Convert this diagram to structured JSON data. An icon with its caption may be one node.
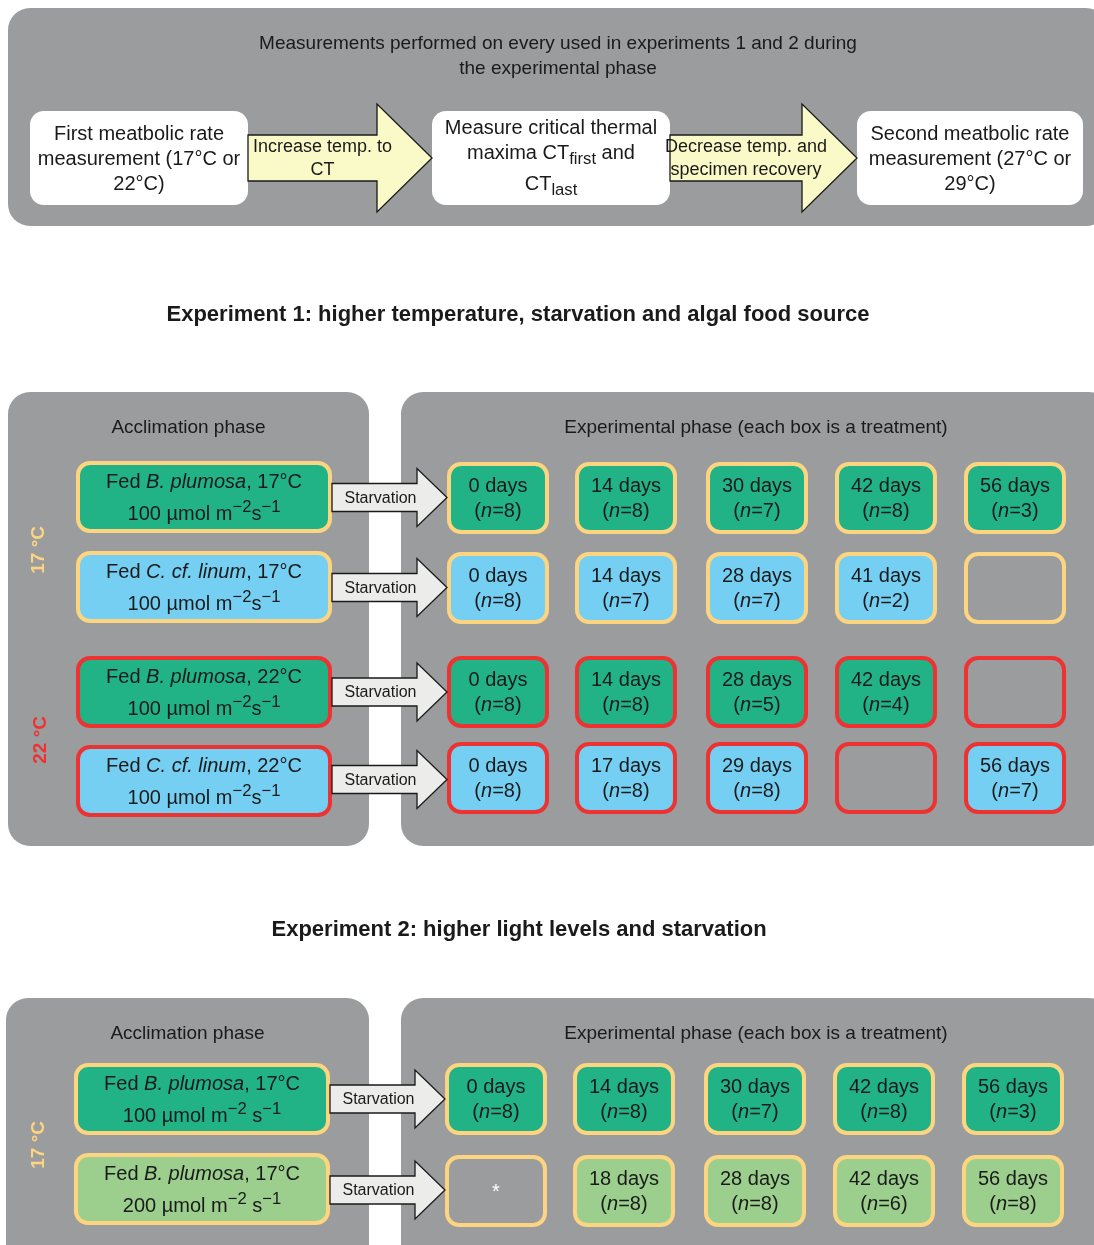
{
  "diagram": {
    "nodes": [
      {
        "text": [
          "Measurements performed on every used in experiments 1 and 2 during the experimental phase"
        ]
      },
      {
        "text": [
          "First meatbolic rate measurement (17°C or 22°C)"
        ],
        "in": 0
      },
      {
        "text": [
          "Measure critical thermal maxima CT$_{first}$ and CT$_{last}$"
        ],
        "in": 0
      },
      {
        "text": [
          "Second meatbolic rate measurement (27°C or 29°C)"
        ],
        "in": 0
      },
      {
        "text": [
          "Acclimation phase"
        ]
      },
      {
        "text": [
          "Experimental phase (each box is a treatment)"
        ]
      },
      {
        "text": [
          "Fed *B. plumosa*, 17°C",
          "100 µmol m$^{−2}$s$^{−1}$"
        ],
        "in": 4
      },
      {
        "text": [
          "Fed *C. cf. linum*, 17°C",
          "100 µmol m$^{−2}$s$^{−1}$"
        ],
        "in": 4
      },
      {
        "text": [
          "Fed *B. plumosa*, 22°C",
          "100 µmol m$^{−2}$s$^{−1}$"
        ],
        "in": 4
      },
      {
        "text": [
          "Fed *C. cf. linum*, 22°C",
          "100 µmol m$^{−2}$s$^{−1}$"
        ],
        "in": 4
      },
      {
        "text": [
          "0 days (*n*=8)"
        ],
        "in": 5
      },
      {
        "text": [
          "14 days (*n*=8)"
        ],
        "in": 5
      },
      {
        "text": [
          "30 days (*n*=7)"
        ],
        "in": 5
      },
      {
        "text": [
          "42 days (*n*=8)"
        ],
        "in": 5
      },
      {
        "text": [
          "56 days (*n*=3)"
        ],
        "in": 5
      },
      {
        "text": [
          "0 days (*n*=8)"
        ],
        "in": 5
      },
      {
        "text": [
          "14 days (*n*=7)"
        ],
        "in": 5
      },
      {
        "text": [
          "28 days (*n*=7)"
        ],
        "in": 5
      },
      {
        "text": [
          "41 days (*n*=2)"
        ],
        "in": 5
      },
      {
        "text": [],
        "shape": "box",
        "in": 5
      },
      {
        "text": [
          "0 days (*n*=8)"
        ],
        "in": 5
      },
      {
        "text": [
          "14 days (*n*=8)"
        ],
        "in": 5
      },
      {
        "text": [
          "28 days (*n*=5)"
        ],
        "in": 5
      },
      {
        "text": [
          "42 days (*n*=4)"
        ],
        "in": 5
      },
      {
        "text": [],
        "shape": "box",
        "in": 5
      },
      {
        "text": [
          "0 days (*n*=8)"
        ],
        "in": 5
      },
      {
        "text": [
          "17 days (*n*=8)"
        ],
        "in": 5
      },
      {
        "text": [
          "29 days (*n*=8)"
        ],
        "in": 5
      },
      {
        "text": [],
        "shape": "box",
        "in": 5
      },
      {
        "text": [
          "56 days (*n*=7)"
        ],
        "in": 5
      },
      {
        "text": [
          "Acclimation phase"
        ]
      },
      {
        "text": [
          "Experimental phase (each box is a treatment)"
        ]
      },
      {
        "text": [
          "Fed *B. plumosa*, 17°C",
          "100 µmol m$^{−2}$ s$^{−1}$"
        ],
        "in": 30
      },
      {
        "text": [
          "Fed *B. plumosa*, 17°C",
          "200 µmol m$^{−2}$ s$^{−1}$"
        ],
        "in": 30
      },
      {
        "text": [
          "0 days (*n*=8)"
        ],
        "in": 31
      },
      {
        "text": [
          "14 days (*n*=8)"
        ],
        "in": 31
      },
      {
        "text": [
          "30 days (*n*=7)"
        ],
        "in": 31
      },
      {
        "text": [
          "42 days (*n*=8)"
        ],
        "in": 31
      },
      {
        "text": [
          "56 days (*n*=3)"
        ],
        "in": 31
      },
      {
        "text": [
          "*"
        ],
        "in": 31
      },
      {
        "text": [
          "18 days (*n*=8)"
        ],
        "in": 31
      },
      {
        "text": [
          "28 days (*n*=8)"
        ],
        "in": 31
      },
      {
        "text": [
          "42 days (*n*=6)"
        ],
        "in": 31
      },
      {
        "text": [
          "56 days (*n*=8)"
        ],
        "in": 31
      }
    ],
    "edges": [
      {
        "from": 1,
        "to": 2,
        "arrow": "to",
        "label": "Increase temp. to CT"
      },
      {
        "from": 2,
        "to": 3,
        "arrow": "to",
        "label": "Decrease temp. and specimen recovery"
      },
      {
        "from": 6,
        "to": 10,
        "arrow": "to",
        "label": "Starvation"
      },
      {
        "from": 7,
        "to": 15,
        "arrow": "to",
        "label": "Starvation"
      },
      {
        "from": 8,
        "to": 20,
        "arrow": "to",
        "label": "Starvation"
      },
      {
        "from": 9,
        "to": 25,
        "arrow": "to",
        "label": "Starvation"
      },
      {
        "from": 32,
        "to": 34,
        "arrow": "to",
        "label": "Starvation"
      },
      {
        "from": 33,
        "to": 39,
        "arrow": "to",
        "label": "Starvation"
      }
    ],
    "labels": [
      "Experiment 1: higher temperature, starvation and algal food source",
      "17 °C",
      "22 °C",
      "Experiment 2: higher light levels and starvation",
      "17 °C"
    ]
  }
}
